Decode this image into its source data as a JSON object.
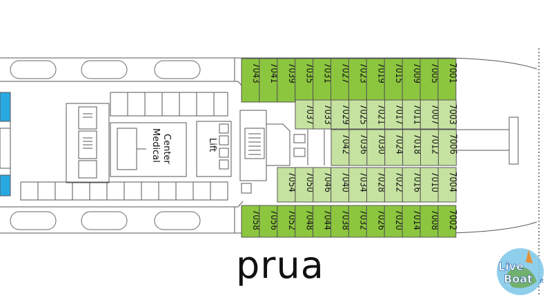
{
  "deck": {
    "bow_label": "prua",
    "medical_center_line1": "Medical",
    "medical_center_line2": "Center",
    "lift_label": "Lift",
    "logo_text_1": "Live",
    "logo_text_2": "Boat",
    "logo_suffix": ".it"
  },
  "colors": {
    "cabin_dark": "#8cc63f",
    "cabin_light": "#c6e2a0",
    "outline": "#555555",
    "accent_blue": "#29a9e1"
  },
  "cabins": {
    "row_top_dark": [
      "7043",
      "7041",
      "7039",
      "7035",
      "7031",
      "7027",
      "7023",
      "7019",
      "7015",
      "7009",
      "7005",
      "7001"
    ],
    "row_second_light": [
      "7037",
      "7033",
      "7029",
      "7025",
      "7021",
      "7017",
      "7011",
      "7007",
      "7003"
    ],
    "row_middle_light": [
      "7042",
      "7036",
      "7030",
      "7024",
      "7018",
      "7012",
      "7006"
    ],
    "row_fourth_light": [
      "7054",
      "7050",
      "7046",
      "7040",
      "7034",
      "7028",
      "7022",
      "7016",
      "7010",
      "7004"
    ],
    "row_bottom_dark": [
      "7058",
      "7056",
      "7052",
      "7048",
      "7044",
      "7038",
      "7032",
      "7026",
      "7020",
      "7014",
      "7008",
      "7002"
    ]
  }
}
